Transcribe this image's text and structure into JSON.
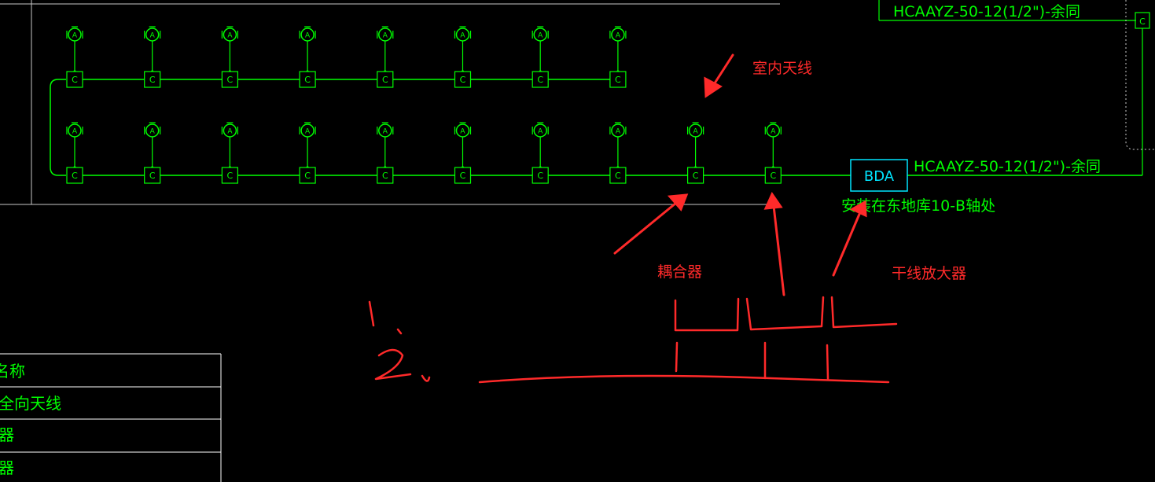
{
  "drawing": {
    "cable_top_label": "HCAAYZ-50-12(1/2\")-余同",
    "cable_mid_label": "HCAAYZ-50-12(1/2\")-余同",
    "bda_label": "BDA",
    "install_note": "安装在东地库10-B轴处",
    "antenna_symbol_letter": "A",
    "coupler_symbol_letter": "C",
    "top_row_count": 8,
    "bottom_row_count": 10
  },
  "annotations": {
    "indoor_antenna": "室内天线",
    "coupler": "耦合器",
    "trunk_amplifier": "干线放大器",
    "handwritten_1": "1.",
    "handwritten_2": "2."
  },
  "legend": {
    "rows": [
      "名称",
      "全向天线",
      "器",
      "器"
    ]
  },
  "colors": {
    "background": "#000000",
    "cad_green": "#00ff00",
    "frame_gray": "#c8c8c8",
    "annotation_red": "#ff2a2a",
    "bda_cyan": "#00e5ff"
  }
}
